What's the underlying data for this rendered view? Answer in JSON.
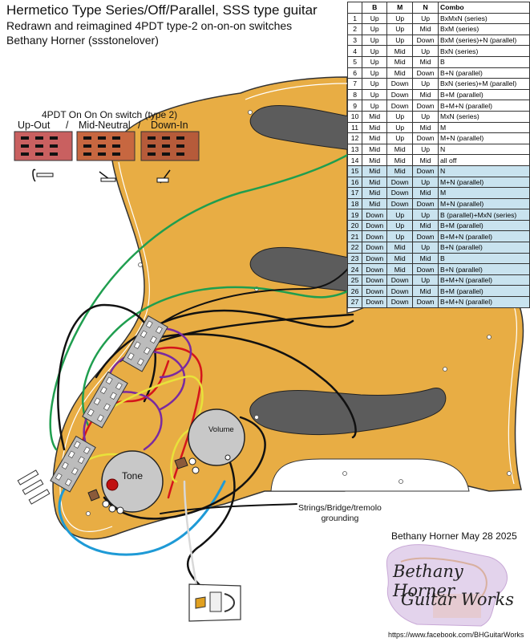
{
  "title": {
    "line1": "Hermetico Type Series/Off/Parallel, SSS type guitar",
    "line2": "Redrawn and reimagined  4PDT type-2 on-on-on switches",
    "line3": "Bethany Horner (ssstonelover)"
  },
  "switch_legend": {
    "heading": "4PDT On On On switch (type 2)",
    "pos1": "Up-Out",
    "sep1": "/",
    "pos2": "Mid-Neutral",
    "sep2": "/",
    "pos3": "Down-In"
  },
  "table": {
    "headers": [
      "",
      "B",
      "M",
      "N",
      "Combo"
    ],
    "rows": [
      [
        "1",
        "Up",
        "Up",
        "Up",
        "BxMxN (series)"
      ],
      [
        "2",
        "Up",
        "Up",
        "Mid",
        "BxM (series)"
      ],
      [
        "3",
        "Up",
        "Up",
        "Down",
        "BxM (series)+N (parallel)"
      ],
      [
        "4",
        "Up",
        "Mid",
        "Up",
        "BxN (series)"
      ],
      [
        "5",
        "Up",
        "Mid",
        "Mid",
        "B"
      ],
      [
        "6",
        "Up",
        "Mid",
        "Down",
        "B+N (parallel)"
      ],
      [
        "7",
        "Up",
        "Down",
        "Up",
        "BxN (series)+M (parallel)"
      ],
      [
        "8",
        "Up",
        "Down",
        "Mid",
        "B+M (parallel)"
      ],
      [
        "9",
        "Up",
        "Down",
        "Down",
        "B+M+N (parallel)"
      ],
      [
        "10",
        "Mid",
        "Up",
        "Up",
        "MxN (series)"
      ],
      [
        "11",
        "Mid",
        "Up",
        "Mid",
        "M"
      ],
      [
        "12",
        "Mid",
        "Up",
        "Down",
        "M+N (parallel)"
      ],
      [
        "13",
        "Mid",
        "Mid",
        "Up",
        "N"
      ],
      [
        "14",
        "Mid",
        "Mid",
        "Mid",
        "all off"
      ],
      [
        "15",
        "Mid",
        "Mid",
        "Down",
        "N"
      ],
      [
        "16",
        "Mid",
        "Down",
        "Up",
        "M+N (parallel)"
      ],
      [
        "17",
        "Mid",
        "Down",
        "Mid",
        "M"
      ],
      [
        "18",
        "Mid",
        "Down",
        "Down",
        "M+N (parallel)"
      ],
      [
        "19",
        "Down",
        "Up",
        "Up",
        "B (parallel)+MxN (series)"
      ],
      [
        "20",
        "Down",
        "Up",
        "Mid",
        "B+M (parallel)"
      ],
      [
        "21",
        "Down",
        "Up",
        "Down",
        "B+M+N (parallel)"
      ],
      [
        "22",
        "Down",
        "Mid",
        "Up",
        "B+N (parallel)"
      ],
      [
        "23",
        "Down",
        "Mid",
        "Mid",
        "B"
      ],
      [
        "24",
        "Down",
        "Mid",
        "Down",
        "B+N (parallel)"
      ],
      [
        "25",
        "Down",
        "Down",
        "Up",
        "B+M+N (parallel)"
      ],
      [
        "26",
        "Down",
        "Down",
        "Mid",
        "B+M (parallel)"
      ],
      [
        "27",
        "Down",
        "Down",
        "Down",
        "B+M+N (parallel)"
      ]
    ]
  },
  "pots": {
    "volume": "Volume",
    "tone": "Tone"
  },
  "grounding": {
    "line1": "Strings/Bridge/tremolo",
    "line2": "grounding"
  },
  "signature": "Bethany Horner  May 28 2025",
  "logo": {
    "line1": "Bethany Horner",
    "line2": "Guitar Works"
  },
  "url": "https://www.facebook.com/BHGuitarWorks",
  "colors": {
    "pickguard": "#e8ad44",
    "pickup": "#5c5c5c",
    "wire_black": "#111111",
    "wire_red": "#d4151b",
    "wire_green": "#1f9e4f",
    "wire_yellow": "#e8e23a",
    "wire_purple": "#7a2aa0",
    "wire_blue": "#1e9ad6",
    "wire_white": "#d8d8d8",
    "switch_red": "#c96060",
    "switch_orange": "#c76740",
    "switch_brown": "#b65b3a"
  }
}
